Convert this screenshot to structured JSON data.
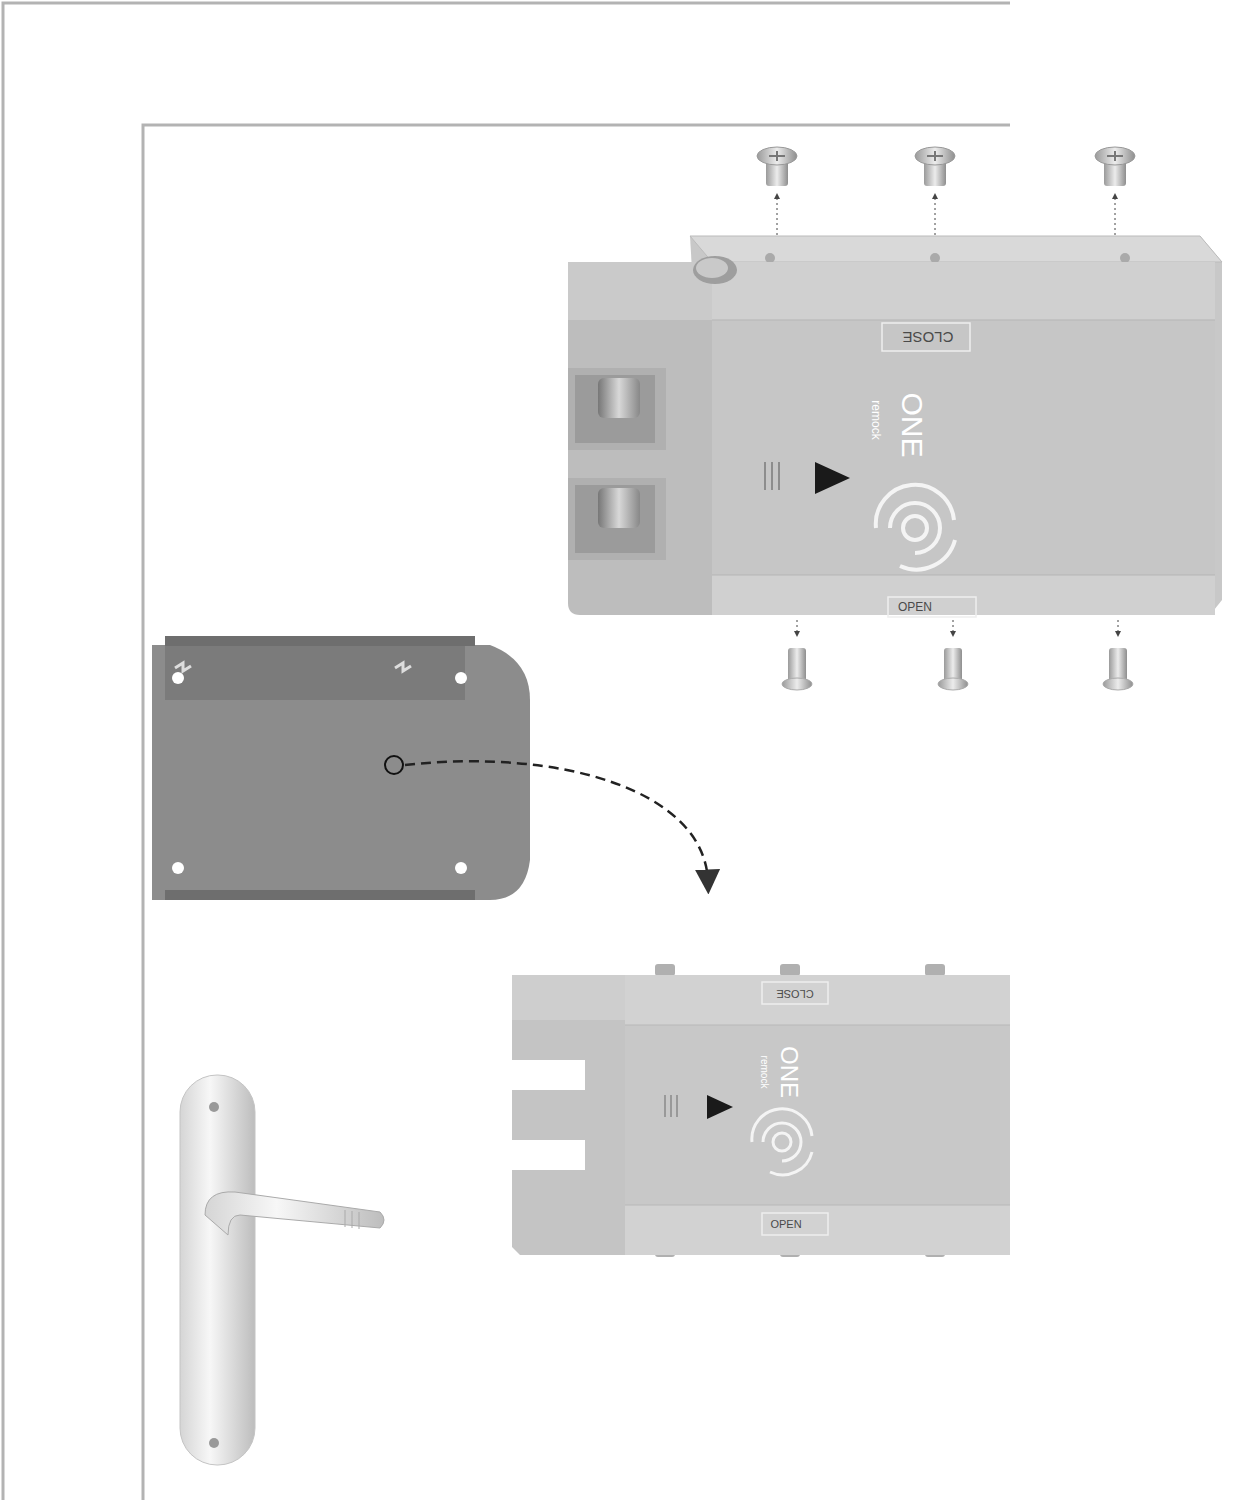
{
  "diagram": {
    "labels": [
      "CLOSE",
      "remock",
      "ONE",
      "OPEN",
      "CLOSE",
      "remock",
      "ONE",
      "OPEN"
    ]
  }
}
